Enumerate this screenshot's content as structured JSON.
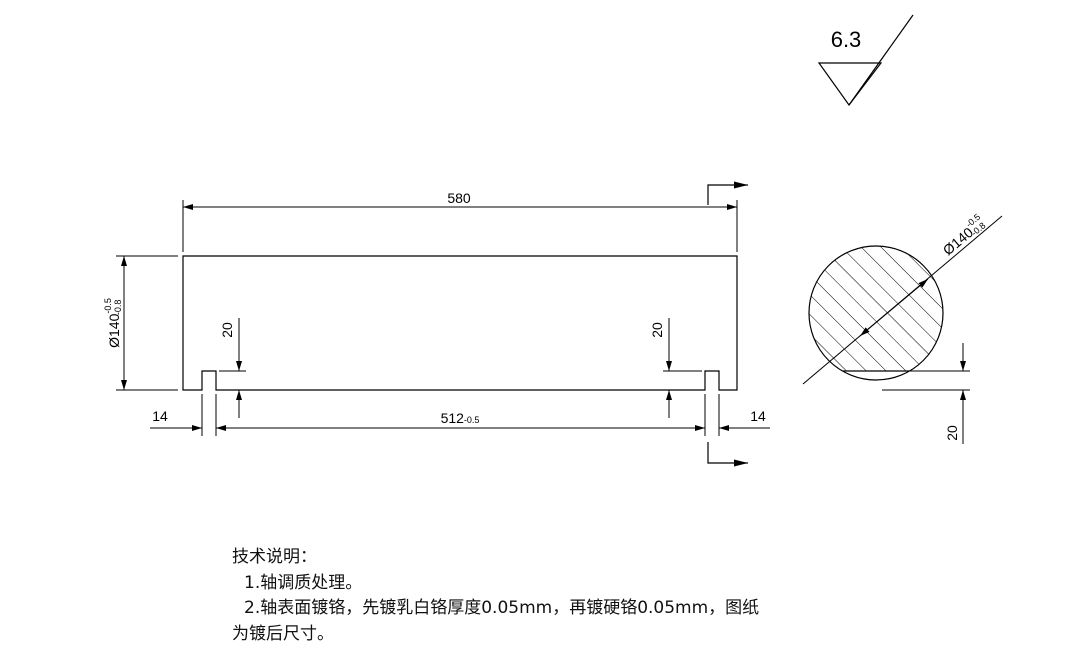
{
  "surface_finish": {
    "value": "6.3"
  },
  "front_view": {
    "overall_length": "580",
    "diameter": {
      "base": "Ø140",
      "upper": "-0.5",
      "lower": "-0.8"
    },
    "groove_depth_left": "20",
    "groove_depth_right": "20",
    "groove_width_left": "14",
    "groove_width_right": "14",
    "groove_span": {
      "base": "512",
      "tol": "-0.5"
    }
  },
  "section_view": {
    "diameter": {
      "base": "Ø140",
      "upper": "-0.5",
      "lower": "-0.8"
    },
    "flat_depth": "20"
  },
  "notes": {
    "title": "技术说明：",
    "item1": "1.轴调质处理。",
    "item2": "2.轴表面镀铬，先镀乳白铬厚度0.05mm，再镀硬铬0.05mm，图纸",
    "item2_cont": "为镀后尺寸。"
  }
}
